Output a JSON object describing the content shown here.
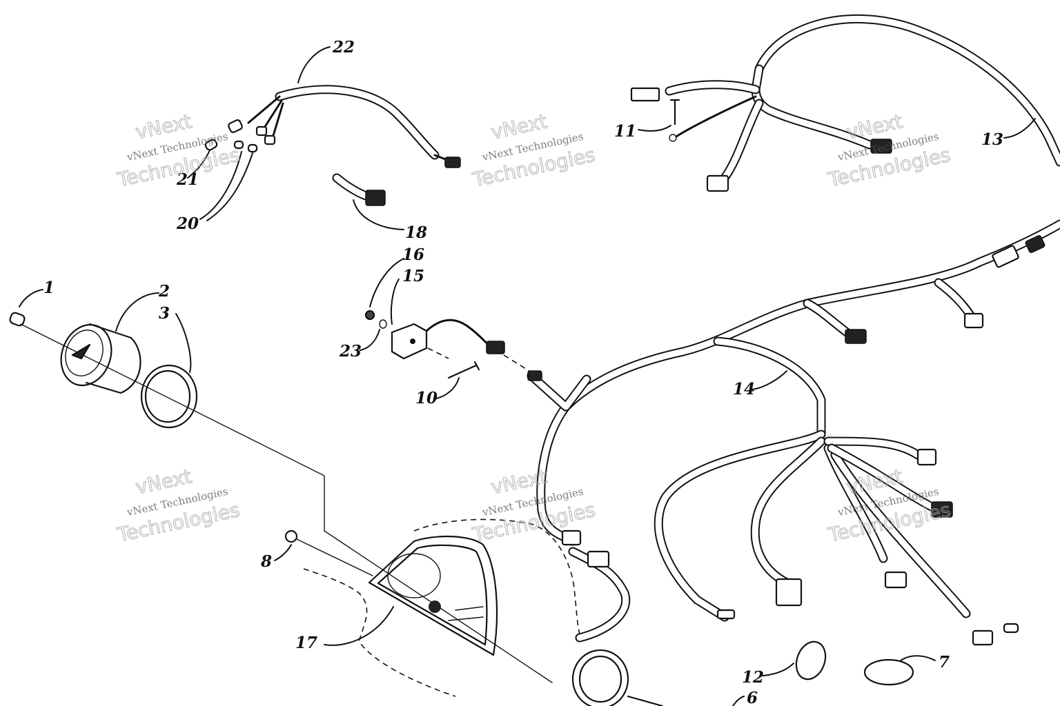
{
  "watermark": {
    "line1": "vNext Technologies",
    "line2": "Technologies",
    "tag": "vNext"
  },
  "callouts": {
    "c1": "1",
    "c2": "2",
    "c3": "3",
    "c6": "6",
    "c7": "7",
    "c8": "8",
    "c10": "10",
    "c11": "11",
    "c12": "12",
    "c13": "13",
    "c14": "14",
    "c15": "15",
    "c16": "16",
    "c17": "17",
    "c18": "18",
    "c20": "20",
    "c21": "21",
    "c22": "22",
    "c23": "23"
  }
}
